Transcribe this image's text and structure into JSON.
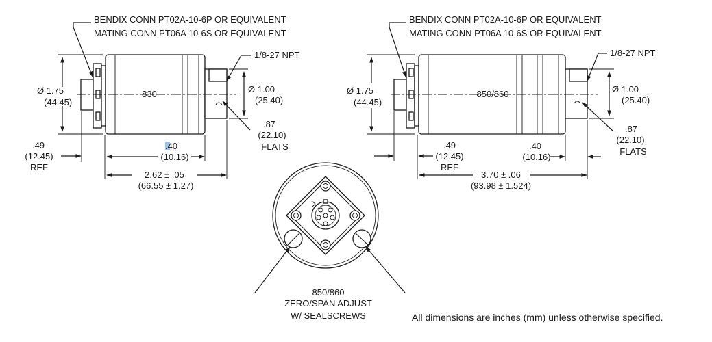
{
  "left_view": {
    "model": "830",
    "connector_line1": "BENDIX CONN PT02A-10-6P OR EQUIVALENT",
    "connector_line2": "MATING CONN PT06A 10-6S OR EQUIVALENT",
    "npt": "1/8-27 NPT",
    "dia_large_in": "Ø  1.75",
    "dia_large_mm": "(44.45)",
    "dia_small_in": "Ø  1.00",
    "dia_small_mm": "(25.40)",
    "flats_in": ".87",
    "flats_mm": "(22.10)",
    "flats_label": "FLATS",
    "ref_in": ".49",
    "ref_mm": "(12.45)",
    "ref_label": "REF",
    "port_len_in": ".40",
    "port_len_mm": "(10.16)",
    "total_len_in": "2.62 ± .05",
    "total_len_mm": "(66.55 ± 1.27)"
  },
  "right_view": {
    "model": "850/860",
    "connector_line1": "BENDIX CONN PT02A-10-6P OR EQUIVALENT",
    "connector_line2": "MATING CONN PT06A 10-6S OR EQUIVALENT",
    "npt": "1/8-27 NPT",
    "dia_large_in": "Ø  1.75",
    "dia_large_mm": "(44.45)",
    "dia_small_in": "Ø  1.00",
    "dia_small_mm": "(25.40)",
    "flats_in": ".87",
    "flats_mm": "(22.10)",
    "flats_label": "FLATS",
    "ref_in": ".49",
    "ref_mm": "(12.45)",
    "ref_label": "REF",
    "port_len_in": ".40",
    "port_len_mm": "(10.16)",
    "total_len_in": "3.70 ± .06",
    "total_len_mm": "(93.98 ± 1.524)"
  },
  "end_view": {
    "label_line1": "850/860",
    "label_line2": "ZERO/SPAN ADJUST",
    "label_line3": "W/ SEALSCREWS"
  },
  "footnote": "All dimensions are inches (mm) unless otherwise specified."
}
